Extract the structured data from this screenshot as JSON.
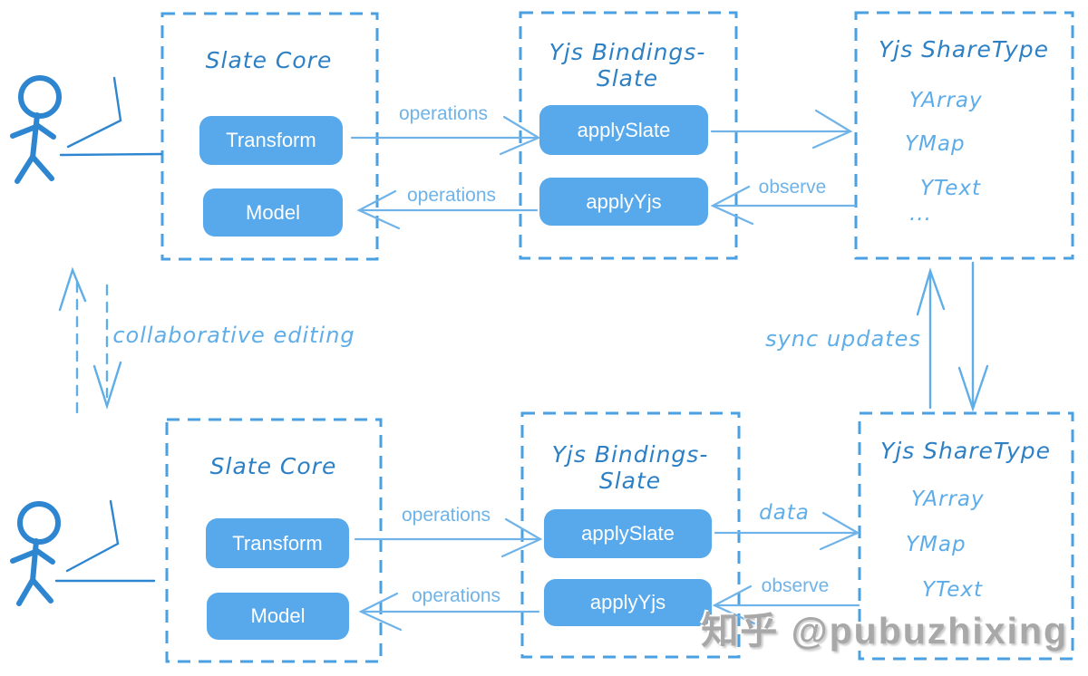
{
  "watermark": "知乎 @pubuzhixing",
  "colors": {
    "box_border": "#4AA0E2",
    "box_title": "#2E80C5",
    "button_fill": "#57A9EC",
    "button_text": "#FFFFFF",
    "arrow": "#6FB3E8",
    "hand_text": "#5FAEE8",
    "sharetype_item_text": "#5CACEA",
    "stick_figure": "#2E86D1",
    "watermark_text": "#A8A8A8"
  },
  "boxes": [
    {
      "title": "Slate Core",
      "buttons": [
        "Transform",
        "Model"
      ]
    },
    {
      "title": "Yjs Bindings-Slate",
      "buttons": [
        "applySlate",
        "applyYjs"
      ]
    },
    {
      "title": "Yjs ShareType",
      "items": [
        "YArray",
        "YMap",
        "YText",
        "..."
      ]
    },
    {
      "title": "Slate Core",
      "buttons": [
        "Transform",
        "Model"
      ]
    },
    {
      "title": "Yjs Bindings-Slate",
      "buttons": [
        "applySlate",
        "applyYjs"
      ]
    },
    {
      "title": "Yjs ShareType",
      "items": [
        "YArray",
        "YMap",
        "YText"
      ]
    }
  ],
  "labels": {
    "top_operations_out": "operations",
    "top_operations_in": "operations",
    "top_observe": "observe",
    "collaborative_editing": "collaborative editing",
    "sync_updates": "sync updates",
    "bottom_operations_out": "operations",
    "bottom_operations_in": "operations",
    "bottom_data": "data",
    "bottom_observe": "observe"
  }
}
